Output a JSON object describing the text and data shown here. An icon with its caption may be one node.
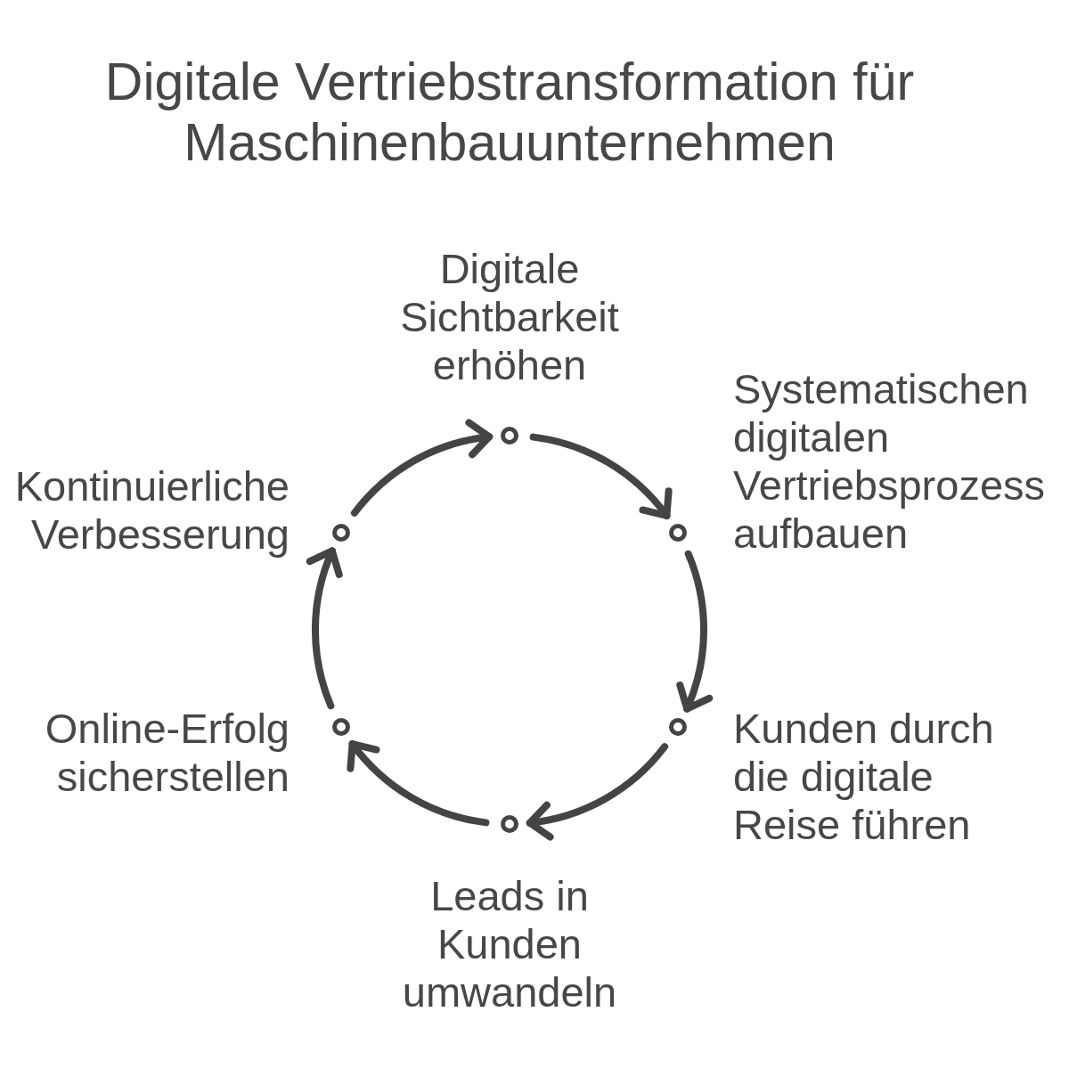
{
  "diagram": {
    "title": "Digitale Vertriebstransformation für Maschinenbauunternehmen",
    "nodes": [
      {
        "text": [],
        "shape": "circle",
        "beside": [
          "Digitale Sichtbarkeit erhöhen"
        ]
      },
      {
        "text": [],
        "shape": "circle",
        "beside": [
          "Systematischen digitalen Vertriebsprozess aufbauen"
        ]
      },
      {
        "text": [],
        "shape": "circle",
        "beside": [
          "Kunden durch die digitale Reise führen"
        ]
      },
      {
        "text": [],
        "shape": "circle",
        "beside": [
          "Leads in Kunden umwandeln"
        ]
      },
      {
        "text": [],
        "shape": "circle",
        "beside": [
          "Online-Erfolg sicherstellen"
        ]
      },
      {
        "text": [],
        "shape": "circle",
        "beside": [
          "Kontinuierliche Verbesserung"
        ]
      }
    ],
    "edges": [
      {
        "from": 0,
        "to": 1,
        "arrow": "to"
      },
      {
        "from": 1,
        "to": 2,
        "arrow": "to"
      },
      {
        "from": 2,
        "to": 3,
        "arrow": "to"
      },
      {
        "from": 3,
        "to": 4,
        "arrow": "to"
      },
      {
        "from": 4,
        "to": 5,
        "arrow": "to"
      },
      {
        "from": 5,
        "to": 0,
        "arrow": "to"
      }
    ]
  }
}
